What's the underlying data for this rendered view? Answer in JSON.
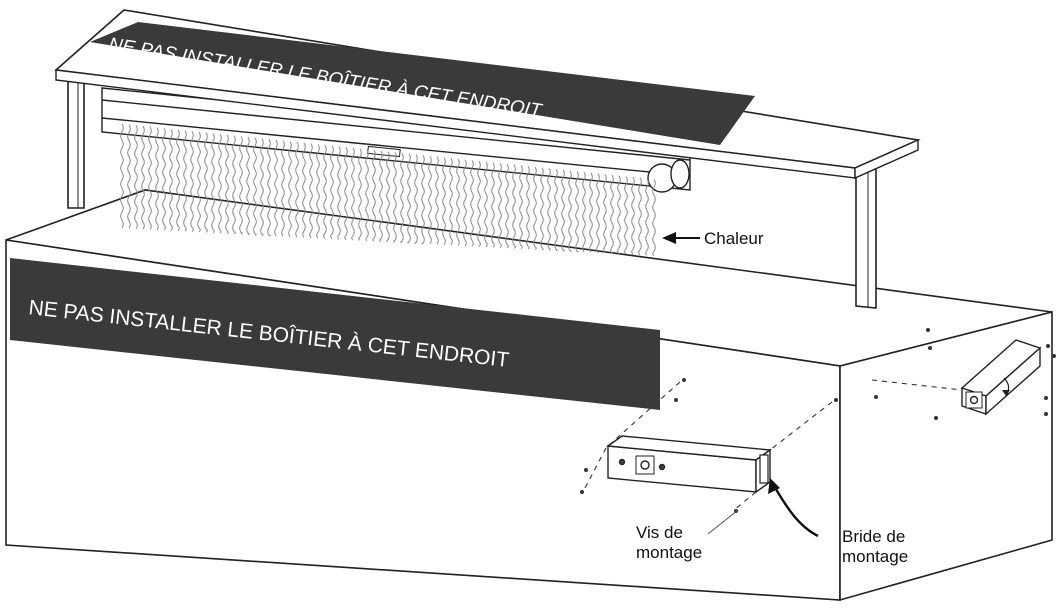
{
  "labels": {
    "warning_top": "NE PAS INSTALLER LE BOÎTIER À CET ENDROIT",
    "warning_front": "NE PAS INSTALLER LE BOÎTIER À CET ENDROIT",
    "heat": "Chaleur",
    "screws_line1": "Vis de",
    "screws_line2": "montage",
    "bracket_line1": "Bride de",
    "bracket_line2": "montage"
  },
  "colors": {
    "line": "#222222",
    "warning_band": "#3a3a3a",
    "warning_text": "#ffffff",
    "background": "#ffffff"
  }
}
